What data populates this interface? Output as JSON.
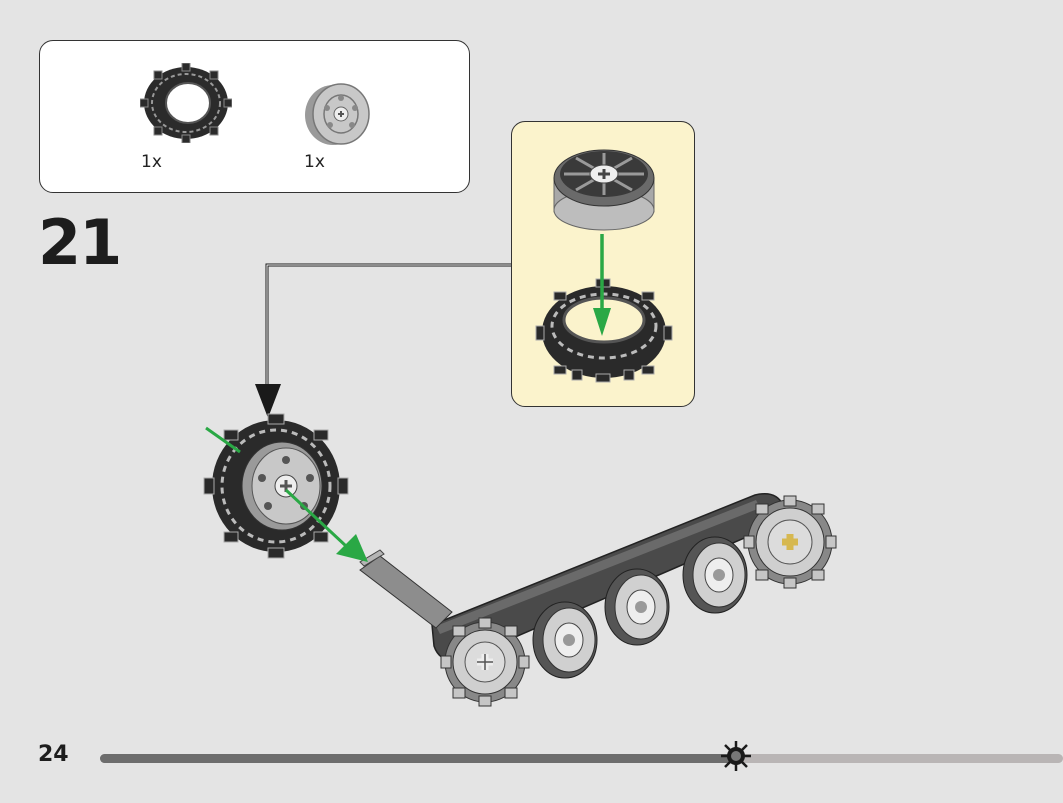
{
  "parts": [
    {
      "icon": "tire-part-icon",
      "qty": "1x"
    },
    {
      "icon": "rim-part-icon",
      "qty": "1x"
    }
  ],
  "step": {
    "number": "21"
  },
  "page": {
    "number": "24"
  },
  "progress": {
    "fraction": 0.66
  },
  "colors": {
    "arrow_green": "#2aa845",
    "callout_bg": "#fbf3cc",
    "page_bg": "#e4e4e4"
  }
}
